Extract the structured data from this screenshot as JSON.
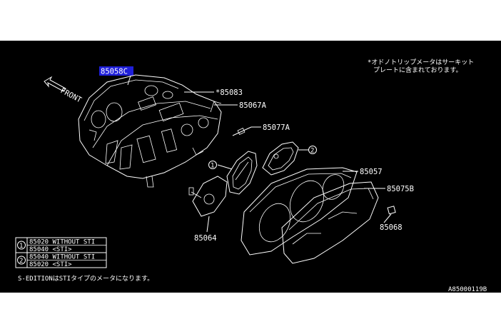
{
  "parts": {
    "p85058c": "85058C",
    "p85083": "*85083",
    "p85067a": "85067A",
    "p85077a": "85077A",
    "p85057": "85057",
    "p85075b": "85075B",
    "p85068": "85068",
    "p85064": "85064"
  },
  "front_label": "FRONT",
  "note_lines": [
    "*オドノトリップメータはサーキット",
    "プレートに含まれております。"
  ],
  "callouts": {
    "one": "1",
    "two": "2"
  },
  "legend": {
    "rows": [
      {
        "marker": "1",
        "line1": "85020 WITHOUT STI",
        "line2": "85040 <STI>"
      },
      {
        "marker": "2",
        "line1": "85040 WITHOUT STI",
        "line2": "85020 <STI>"
      }
    ]
  },
  "footnote": "S-EDITIONはSTIタイプのメータになります。",
  "drawing_code": "A85000119B",
  "colors": {
    "background": "#000000",
    "line": "#ffffff",
    "highlight": "#1f1fd9"
  }
}
